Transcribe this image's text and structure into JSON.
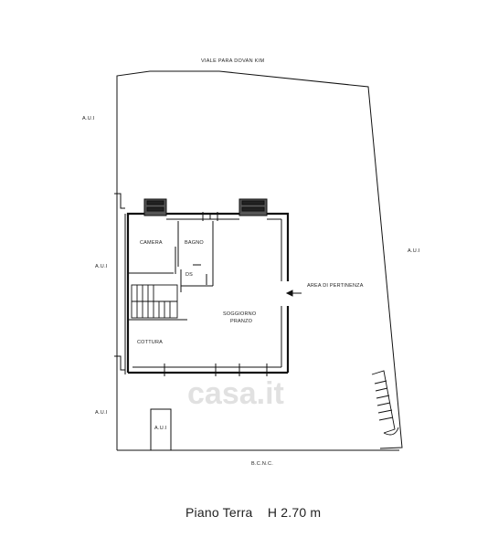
{
  "plan": {
    "top_label": "VIALE PARA DOVAN KIM",
    "bottom_label": "B.C.N.C.",
    "edge_labels": {
      "left_top": "A.U.I",
      "left_mid": "A.U.I",
      "left_bottom": "A.U.I",
      "right": "A.U.I",
      "small_box": "A.U.I"
    },
    "rooms": {
      "camera": "CAMERA",
      "bagno": "BAGNO",
      "ds": "DS",
      "soggiorno_line1": "SOGGIORNO",
      "soggiorno_line2": "PRANZO",
      "cottura": "COTTURA",
      "area": "AREA DI PERTINENZA"
    },
    "watermark": "casa.it",
    "caption": "Piano Terra    H 2.70 m"
  }
}
